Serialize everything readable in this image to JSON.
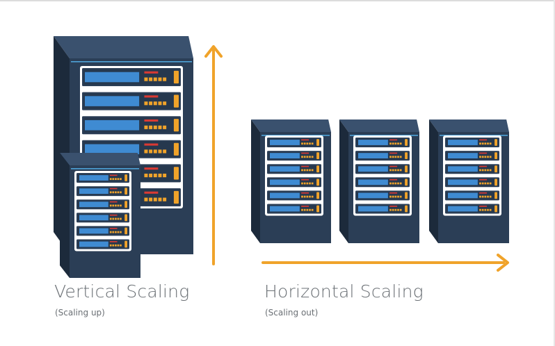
{
  "colors": {
    "server_front": "#2b3e56",
    "server_side": "#1c2a3b",
    "server_top": "#3a516e",
    "accent_line": "#4fa3d8",
    "drive_bay": "#e9edf2",
    "drive_display": "#3f8bd2",
    "led_red": "#d93a33",
    "led_orange": "#f0a32a",
    "arrow": "#f0a32a"
  },
  "icons": {
    "vertical_large_server": "server-rack-icon",
    "vertical_small_server": "server-rack-icon",
    "horizontal_servers": "server-rack-icon",
    "vertical_arrow": "arrow-up-icon",
    "horizontal_arrow": "arrow-right-icon"
  },
  "vertical": {
    "title": "Vertical Scaling",
    "subtitle": "(Scaling up)"
  },
  "horizontal": {
    "title": "Horizontal Scaling",
    "subtitle": "(Scaling out)"
  }
}
